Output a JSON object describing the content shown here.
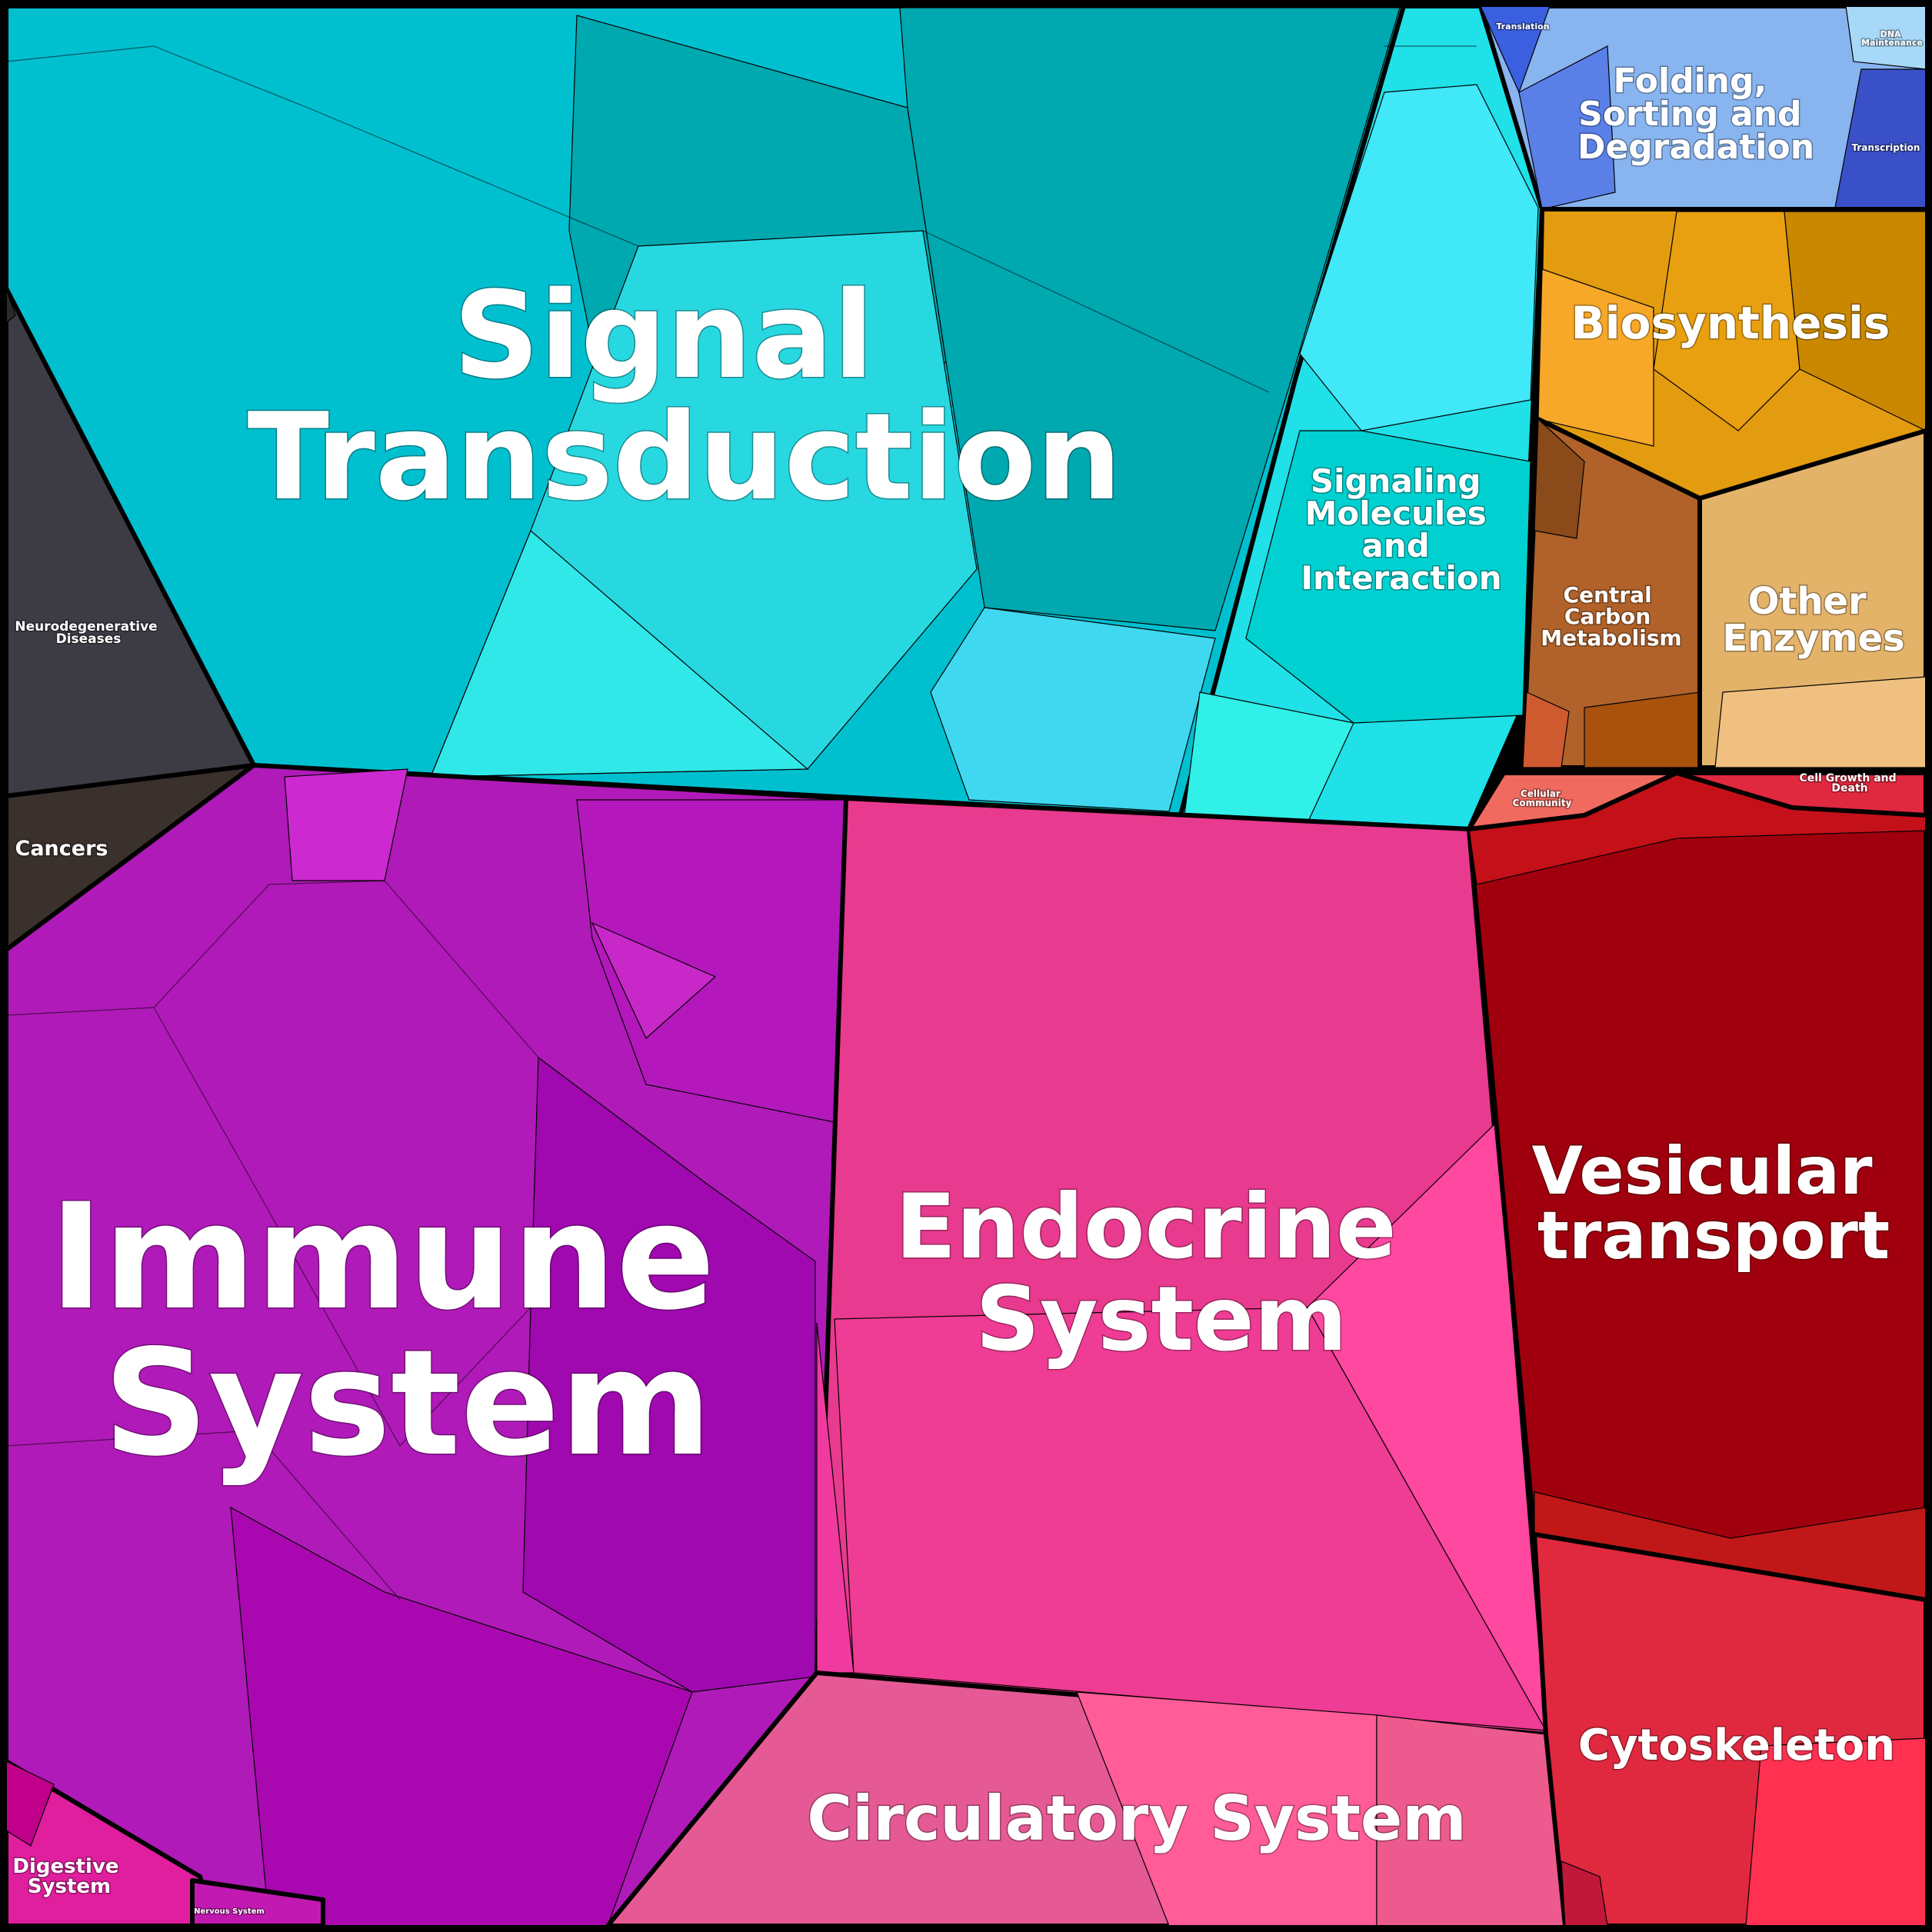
{
  "title": "",
  "colors": {
    "signal_transduction": "#00c0d0",
    "signaling_molecules": "#20e0e8",
    "immune_system": "#b01ab8",
    "endocrine_system": "#e83a8e",
    "circulatory_system": "#e55a95",
    "vesicular_transport": "#a0000d",
    "cytoskeleton": "#e0283f",
    "biosynthesis": "#e39c10",
    "central_carbon": "#b0622a",
    "other_enzymes": "#e3b36a",
    "folding": "#88b4f0",
    "neurodegenerative": "#3d3b44",
    "cancers": "#3a302c",
    "digestive": "#e01f9e",
    "outline": "#000000"
  },
  "categories": [
    {
      "id": "signal_transduction",
      "label_lines": [
        "Signal",
        "Transduction"
      ]
    },
    {
      "id": "immune_system",
      "label_lines": [
        "Immune",
        "System"
      ]
    },
    {
      "id": "endocrine_system",
      "label_lines": [
        "Endocrine",
        "System"
      ]
    },
    {
      "id": "vesicular_transport",
      "label_lines": [
        "Vesicular",
        "transport"
      ]
    },
    {
      "id": "circulatory_system",
      "label_lines": [
        "Circulatory System"
      ]
    },
    {
      "id": "cytoskeleton",
      "label_lines": [
        "Cytoskeleton"
      ]
    },
    {
      "id": "biosynthesis",
      "label_lines": [
        "Biosynthesis"
      ]
    },
    {
      "id": "signaling_molecules",
      "label_lines": [
        "Signaling",
        "Molecules",
        "and",
        "Interaction"
      ]
    },
    {
      "id": "folding",
      "label_lines": [
        "Folding,",
        "Sorting and",
        "Degradation"
      ]
    },
    {
      "id": "central_carbon",
      "label_lines": [
        "Central",
        "Carbon",
        "Metabolism"
      ]
    },
    {
      "id": "other_enzymes",
      "label_lines": [
        "Other",
        "Enzymes"
      ]
    },
    {
      "id": "neurodegenerative",
      "label_lines": [
        "Neurodegenerative",
        "Diseases"
      ]
    },
    {
      "id": "cancers",
      "label_lines": [
        "Cancers"
      ]
    },
    {
      "id": "digestive",
      "label_lines": [
        "Digestive",
        "System"
      ]
    },
    {
      "id": "nervous",
      "label_lines": [
        "Nervous System"
      ]
    },
    {
      "id": "translation",
      "label_lines": [
        "Translation"
      ]
    },
    {
      "id": "dna_maintenance",
      "label_lines": [
        "DNA",
        "Maintenance"
      ]
    },
    {
      "id": "transcription",
      "label_lines": [
        "Transcription"
      ]
    },
    {
      "id": "cellular_community",
      "label_lines": [
        "Cellular",
        "Community"
      ]
    },
    {
      "id": "cell_growth",
      "label_lines": [
        "Cell Growth and",
        "Death"
      ]
    }
  ]
}
